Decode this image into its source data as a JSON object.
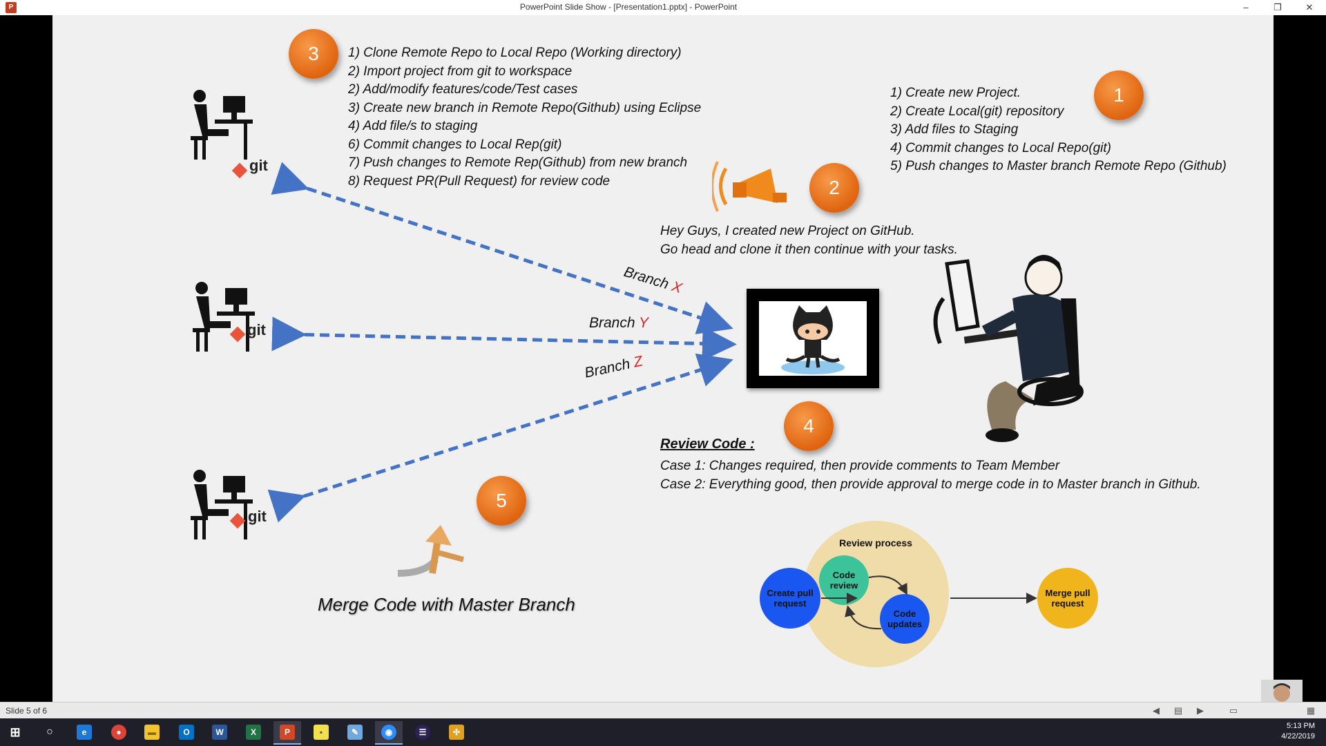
{
  "window": {
    "title": "PowerPoint Slide Show - [Presentation1.pptx] - PowerPoint",
    "app_icon": "P",
    "minimize": "–",
    "restore": "❐",
    "close": "✕"
  },
  "slide": {
    "steps_3": [
      "1) Clone Remote Repo to Local Repo (Working directory)",
      "2) Import project from git to workspace",
      "2) Add/modify features/code/Test cases",
      "3) Create new branch in Remote Repo(Github) using Eclipse",
      "4) Add file/s to staging",
      "6) Commit changes to Local Rep(git)",
      "7) Push changes to Remote Rep(Github) from new branch",
      "8) Request PR(Pull Request) for review code"
    ],
    "steps_1": [
      "1) Create new Project.",
      "2) Create Local(git) repository",
      "3) Add files to Staging",
      "4) Commit changes to Local Repo(git)",
      "5) Push changes to Master branch Remote Repo (Github)"
    ],
    "announcement": [
      "Hey Guys, I created new Project on GitHub.",
      "Go head and clone it then continue with your tasks."
    ],
    "review_title": "Review Code :",
    "review_cases": [
      "Case 1: Changes required, then provide comments to Team Member",
      "Case 2: Everything good, then provide approval to merge code in to Master branch in Github."
    ],
    "merge_caption": "Merge Code with Master Branch",
    "badges": [
      "3",
      "1",
      "2",
      "4",
      "5"
    ],
    "git_label": "git",
    "branches": [
      {
        "prefix": "Branch ",
        "letter": "X"
      },
      {
        "prefix": "Branch ",
        "letter": "Y"
      },
      {
        "prefix": "Branch ",
        "letter": "Z"
      }
    ],
    "flow": {
      "review_process": "Review process",
      "create_pr": "Create pull request",
      "code_review": "Code review",
      "code_updates": "Code updates",
      "merge_pr": "Merge pull request"
    },
    "colors": {
      "badge_orange": "#e8701a",
      "arrow_blue": "#4472c4",
      "branch_red": "#e02020",
      "create_blue": "#1a56f0",
      "review_green": "#3cc39a",
      "merge_yellow": "#f0b41c",
      "process_bg": "#f0dca8"
    }
  },
  "statusbar": {
    "slide_counter": "Slide 5 of 6"
  },
  "taskbar": {
    "time": "5:13 PM",
    "date": "4/22/2019",
    "apps": [
      {
        "name": "windows-start",
        "glyph": "⊞",
        "color": "#1f1f2a"
      },
      {
        "name": "cortana",
        "glyph": "○",
        "color": "#1f1f2a"
      },
      {
        "name": "edge",
        "glyph": "e",
        "color": "#1e78d8"
      },
      {
        "name": "chrome",
        "glyph": "●",
        "color": "#db4437"
      },
      {
        "name": "file-explorer",
        "glyph": "▬",
        "color": "#f4c430"
      },
      {
        "name": "outlook",
        "glyph": "O",
        "color": "#0072c6"
      },
      {
        "name": "word",
        "glyph": "W",
        "color": "#2b579a"
      },
      {
        "name": "excel",
        "glyph": "X",
        "color": "#217346"
      },
      {
        "name": "powerpoint",
        "glyph": "P",
        "color": "#d24726"
      },
      {
        "name": "sticky-notes",
        "glyph": "▪",
        "color": "#f2e14c"
      },
      {
        "name": "notepad",
        "glyph": "✎",
        "color": "#6fa8dc"
      },
      {
        "name": "zoom",
        "glyph": "◉",
        "color": "#2d8cff"
      },
      {
        "name": "eclipse",
        "glyph": "☰",
        "color": "#2c2255"
      },
      {
        "name": "network-tool",
        "glyph": "✣",
        "color": "#e0a020"
      }
    ]
  }
}
